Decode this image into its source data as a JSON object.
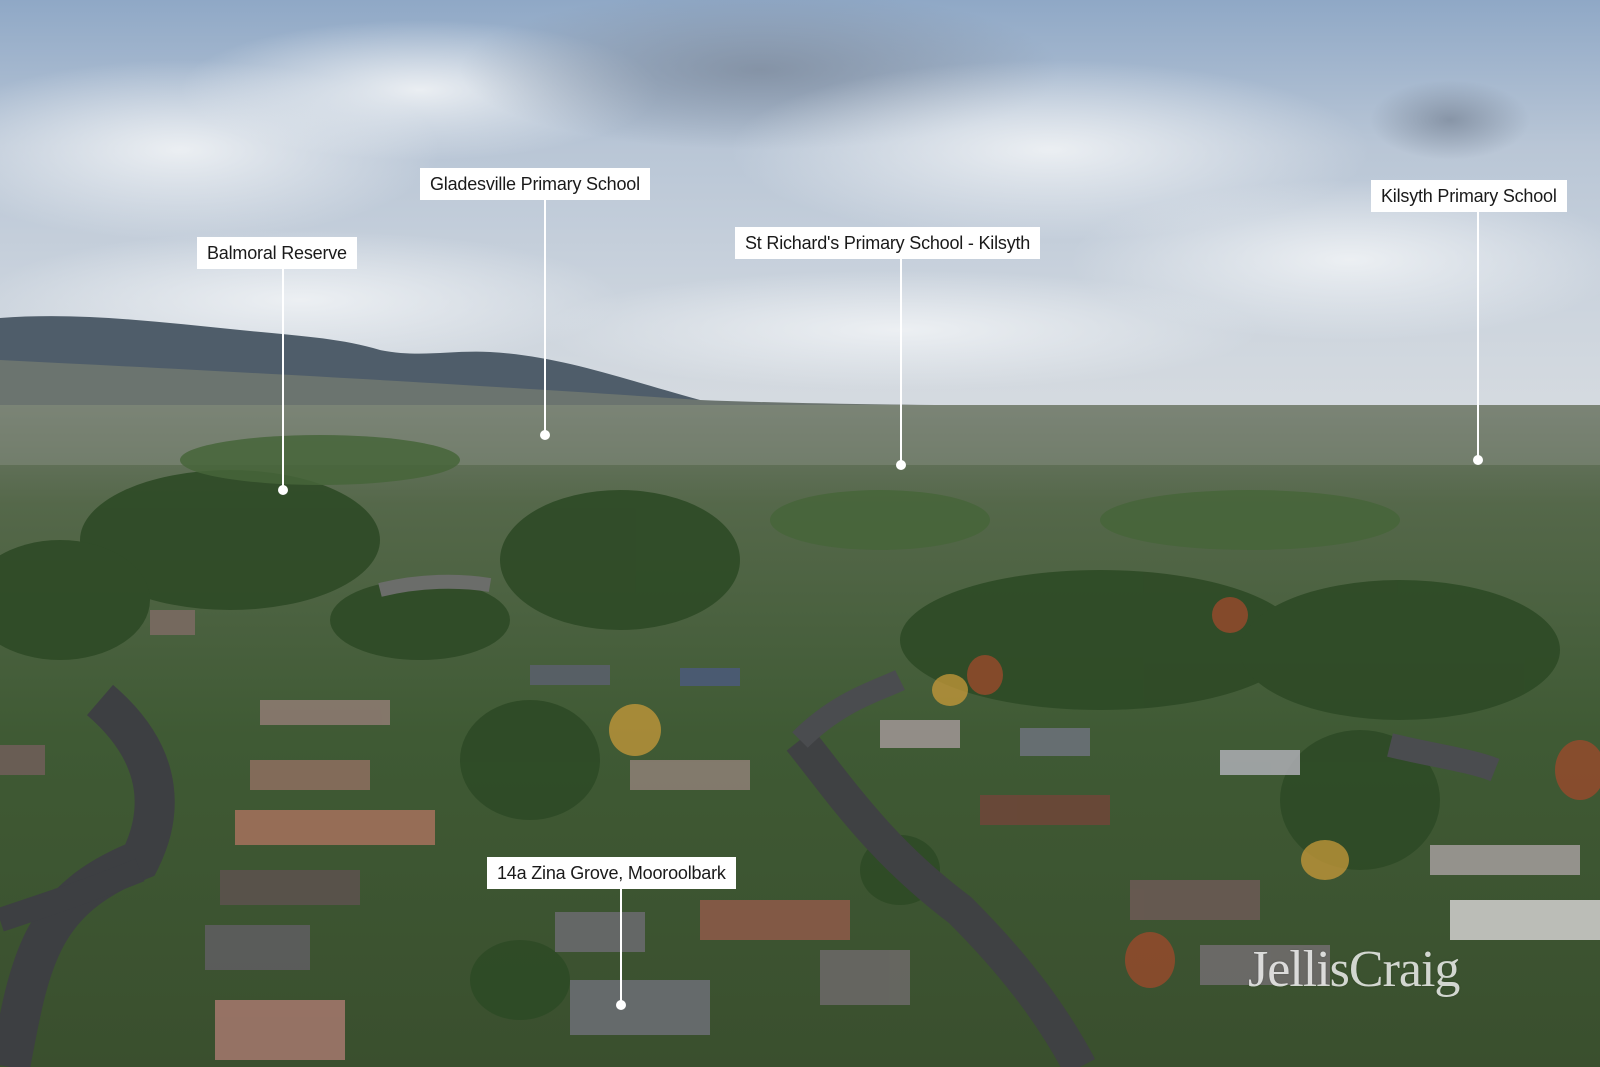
{
  "photo": {
    "description_icon": "aerial-suburb-photo"
  },
  "markers": [
    {
      "id": "balmoral",
      "label": "Balmoral Reserve"
    },
    {
      "id": "gladesville",
      "label": "Gladesville Primary School"
    },
    {
      "id": "st-richards",
      "label": "St Richard's Primary School - Kilsyth"
    },
    {
      "id": "kilsyth",
      "label": "Kilsyth Primary School"
    },
    {
      "id": "property",
      "label": "14a Zina Grove, Mooroolbark"
    }
  ],
  "watermark": {
    "text": "JellisCraig"
  },
  "colors": {
    "label_bg": "#ffffff",
    "label_text": "#1a1a1a",
    "leader_line": "#ffffff"
  }
}
